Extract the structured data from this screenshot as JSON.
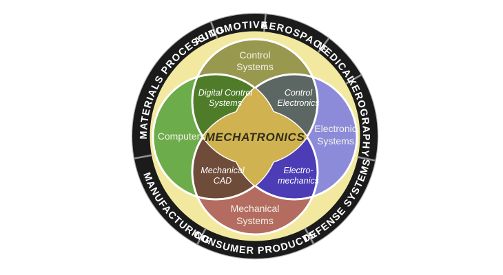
{
  "diagram_title": "MECHATRONICS",
  "ring": {
    "industries_top": [
      "MATERIALS PROCESSING",
      "AUTOMOTIVE",
      "AEROSPACE",
      "MEDICAL",
      "XEROGRAPHY"
    ],
    "industries_bottom": [
      "MANUFACTURING",
      "CONSUMER PRODUCTS",
      "DEFENSE SYSTEMS"
    ]
  },
  "circles": {
    "control_systems": {
      "line1": "Control",
      "line2": "Systems"
    },
    "computers": {
      "label": "Computers"
    },
    "electronic_systems": {
      "line1": "Electronic",
      "line2": "Systems"
    },
    "mechanical_systems": {
      "line1": "Mechanical",
      "line2": "Systems"
    }
  },
  "intersections": {
    "digital_control_systems": {
      "line1": "Digital Control",
      "line2": "Systems"
    },
    "control_electronics": {
      "line1": "Control",
      "line2": "Electronics"
    },
    "mechanical_cad": {
      "line1": "Mechanical",
      "line2": "CAD"
    },
    "electro_mechanics": {
      "line1": "Electro-",
      "line2": "mechanics"
    }
  },
  "center": {
    "label": "MECHATRONICS"
  },
  "colors": {
    "page_background": "#ffffff",
    "inner_disc": "#f2e8a0",
    "ring": "#1b1b1b",
    "ring_outline": "#b5b5b5",
    "ring_divider": "#909090",
    "ring_text": "#ffffff",
    "control_systems": "#98984f",
    "computers": "#6dac4a",
    "electronic_systems": "#8c8bd9",
    "mechanical_systems": "#b46c60",
    "digital_control_systems": "#4e7c29",
    "control_electronics": "#5c6662",
    "mechanical_cad": "#6f4b39",
    "electro_mechanics": "#4c3cb5",
    "mechatronics_gold": "#d1b251",
    "region_border": "#ffffff",
    "center_text": "#2f2f18"
  }
}
